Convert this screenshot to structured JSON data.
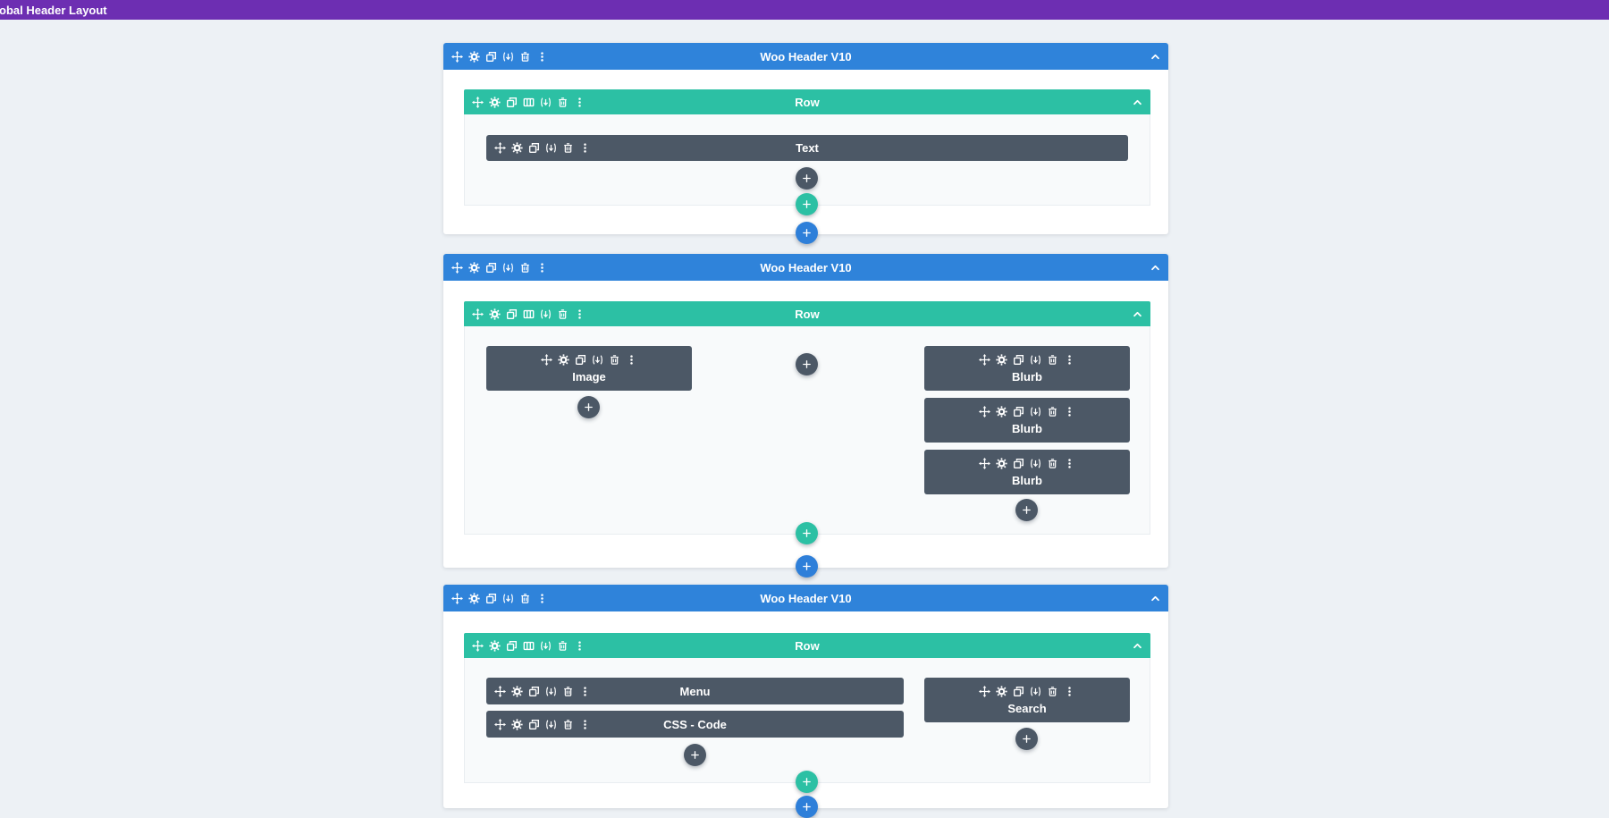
{
  "topbar": {
    "title": "obal Header Layout"
  },
  "sections": [
    {
      "label": "Woo Header V10",
      "row_label": "Row",
      "modules": [
        "Text"
      ]
    },
    {
      "label": "Woo Header V10",
      "row_label": "Row",
      "modules": [
        "Image",
        "Blurb",
        "Blurb",
        "Blurb"
      ]
    },
    {
      "label": "Woo Header V10",
      "row_label": "Row",
      "modules": [
        "Menu",
        "CSS - Code",
        "Search"
      ]
    }
  ],
  "icons": {
    "section_toolbar": [
      "move-icon",
      "settings-icon",
      "duplicate-icon",
      "save-to-library-icon",
      "trash-icon",
      "more-options-icon"
    ],
    "row_toolbar": [
      "move-icon",
      "settings-icon",
      "duplicate-icon",
      "column-structure-icon",
      "save-to-library-icon",
      "trash-icon",
      "more-options-icon"
    ],
    "module_toolbar": [
      "move-icon",
      "settings-icon",
      "duplicate-icon",
      "save-to-library-icon",
      "trash-icon",
      "more-options-icon"
    ],
    "collapse_toggle": "chevron-up-icon",
    "add_buttons": "plus-icon"
  },
  "colors": {
    "topbar_bg": "#6d2eb2",
    "section_bar": "#2f83da",
    "row_bar": "#2cc0a4",
    "module_bar": "#4c5866",
    "page_bg": "#edf1f5",
    "section_bg": "#ffffff",
    "row_content_bg": "#f8fafb",
    "add_module_button": "#4c5866",
    "add_row_button": "#2cc0a4",
    "add_section_button": "#2e7fd9"
  }
}
